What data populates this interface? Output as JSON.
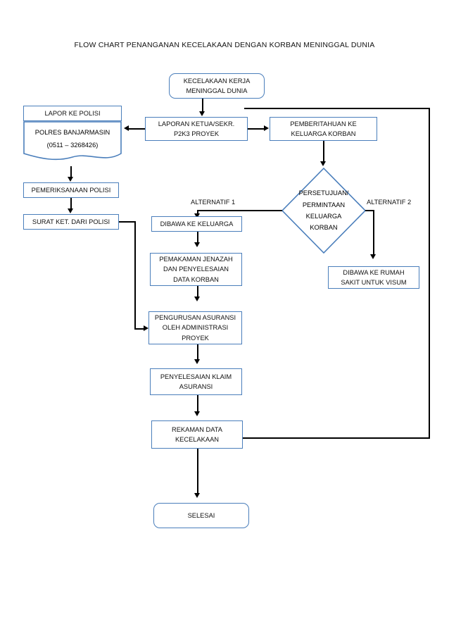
{
  "document": {
    "title": "FLOW CHART PENANGANAN KECELAKAAN DENGAN KORBAN MENINGGAL DUNIA"
  },
  "nodes": {
    "start": {
      "line1": "KECELAKAAN KERJA",
      "line2": "MENINGGAL DUNIA"
    },
    "lapor_polisi": {
      "line1": "LAPOR KE POLISI"
    },
    "polres": {
      "line1": "POLRES BANJARMASIN",
      "line2": "(0511 – 3268426)"
    },
    "laporan_ketua": {
      "line1": "LAPORAN KETUA/SEKR.",
      "line2": "P2K3 PROYEK"
    },
    "pemberitahuan": {
      "line1": "PEMBERITAHUAN KE",
      "line2": "KELUARGA KORBAN"
    },
    "pemeriksaan": {
      "line1": "PEMERIKSANAAN POLISI"
    },
    "surat_ket": {
      "line1": "SURAT KET. DARI POLISI"
    },
    "persetujuan": {
      "line1": "PERSETUJUAN/",
      "line2": "PERMINTAAN",
      "line3": "KELUARGA",
      "line4": "KORBAN"
    },
    "dibawa_keluarga": {
      "line1": "DIBAWA KE KELUARGA"
    },
    "pemakaman": {
      "line1": "PEMAKAMAN JENAZAH",
      "line2": "DAN PENYELESAIAN",
      "line3": "DATA KORBAN"
    },
    "asuransi": {
      "line1": "PENGURUSAN ASURANSI",
      "line2": "OLEH ADMINISTRASI",
      "line3": "PROYEK"
    },
    "klaim": {
      "line1": "PENYELESAIAN KLAIM",
      "line2": "ASURANSI"
    },
    "rekaman": {
      "line1": "REKAMAN DATA",
      "line2": "KECELAKAAN"
    },
    "rumah_sakit": {
      "line1": "DIBAWA KE RUMAH",
      "line2": "SAKIT UNTUK VISUM"
    },
    "selesai": {
      "line1": "SELESAI"
    }
  },
  "labels": {
    "alternatif_1": "ALTERNATIF 1",
    "alternatif_2": "ALTERNATIF 2"
  },
  "colors": {
    "node_border": "#4a7ebb",
    "connector": "#000000",
    "background": "#ffffff",
    "text": "#111111"
  },
  "chart_data": {
    "type": "flowchart",
    "title": "FLOW CHART PENANGANAN KECELAKAAN DENGAN KORBAN MENINGGAL DUNIA",
    "nodes": [
      {
        "id": "start",
        "shape": "rounded-rectangle",
        "text": "KECELAKAAN KERJA MENINGGAL DUNIA"
      },
      {
        "id": "laporan_ketua",
        "shape": "rectangle",
        "text": "LAPORAN KETUA/SEKR. P2K3 PROYEK"
      },
      {
        "id": "lapor_polisi",
        "shape": "rectangle",
        "text": "LAPOR KE POLISI"
      },
      {
        "id": "polres",
        "shape": "document",
        "text": "POLRES BANJARMASIN (0511 – 3268426)"
      },
      {
        "id": "pemberitahuan",
        "shape": "rectangle",
        "text": "PEMBERITAHUAN KE KELUARGA KORBAN"
      },
      {
        "id": "pemeriksaan",
        "shape": "rectangle",
        "text": "PEMERIKSANAAN POLISI"
      },
      {
        "id": "surat_ket",
        "shape": "rectangle",
        "text": "SURAT KET. DARI POLISI"
      },
      {
        "id": "persetujuan",
        "shape": "diamond",
        "text": "PERSETUJUAN/ PERMINTAAN KELUARGA KORBAN"
      },
      {
        "id": "dibawa_keluarga",
        "shape": "rectangle",
        "text": "DIBAWA KE KELUARGA"
      },
      {
        "id": "pemakaman",
        "shape": "rectangle",
        "text": "PEMAKAMAN JENAZAH DAN PENYELESAIAN DATA KORBAN"
      },
      {
        "id": "asuransi",
        "shape": "rectangle",
        "text": "PENGURUSAN ASURANSI OLEH ADMINISTRASI PROYEK"
      },
      {
        "id": "klaim",
        "shape": "rectangle",
        "text": "PENYELESAIAN KLAIM ASURANSI"
      },
      {
        "id": "rekaman",
        "shape": "rectangle",
        "text": "REKAMAN DATA KECELAKAAN"
      },
      {
        "id": "rumah_sakit",
        "shape": "rectangle",
        "text": "DIBAWA KE RUMAH SAKIT UNTUK VISUM"
      },
      {
        "id": "selesai",
        "shape": "rounded-rectangle",
        "text": "SELESAI"
      }
    ],
    "edges": [
      {
        "from": "start",
        "to": "laporan_ketua",
        "label": ""
      },
      {
        "from": "laporan_ketua",
        "to": "polres",
        "label": ""
      },
      {
        "from": "laporan_ketua",
        "to": "pemberitahuan",
        "label": ""
      },
      {
        "from": "polres",
        "to": "pemeriksaan",
        "label": ""
      },
      {
        "from": "pemeriksaan",
        "to": "surat_ket",
        "label": ""
      },
      {
        "from": "surat_ket",
        "to": "asuransi",
        "label": ""
      },
      {
        "from": "pemberitahuan",
        "to": "persetujuan",
        "label": ""
      },
      {
        "from": "persetujuan",
        "to": "dibawa_keluarga",
        "label": "ALTERNATIF 1"
      },
      {
        "from": "persetujuan",
        "to": "rumah_sakit",
        "label": "ALTERNATIF 2"
      },
      {
        "from": "dibawa_keluarga",
        "to": "pemakaman",
        "label": ""
      },
      {
        "from": "pemakaman",
        "to": "asuransi",
        "label": ""
      },
      {
        "from": "asuransi",
        "to": "klaim",
        "label": ""
      },
      {
        "from": "klaim",
        "to": "rekaman",
        "label": ""
      },
      {
        "from": "rekaman",
        "to": "selesai",
        "label": ""
      },
      {
        "from": "rekaman",
        "to": "laporan_ketua",
        "label": ""
      }
    ]
  }
}
